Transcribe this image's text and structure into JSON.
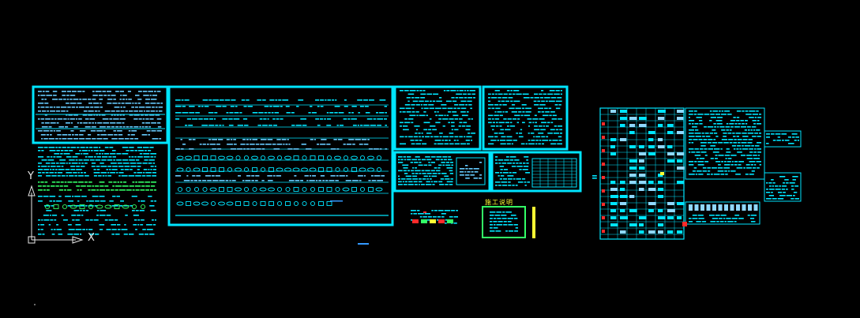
{
  "app": {
    "theme": {
      "background": "#000000",
      "frame": "#00e5ff",
      "text": "#66ccff",
      "green": "#33ff66",
      "yellow": "#ffff33",
      "red": "#ff2a2a",
      "white": "#e8e8e8"
    }
  },
  "drawing": {
    "sheet_title": "施工说明",
    "ucs": {
      "x_label": "X",
      "y_label": "Y",
      "icon": "ucs-axis-icon"
    }
  }
}
